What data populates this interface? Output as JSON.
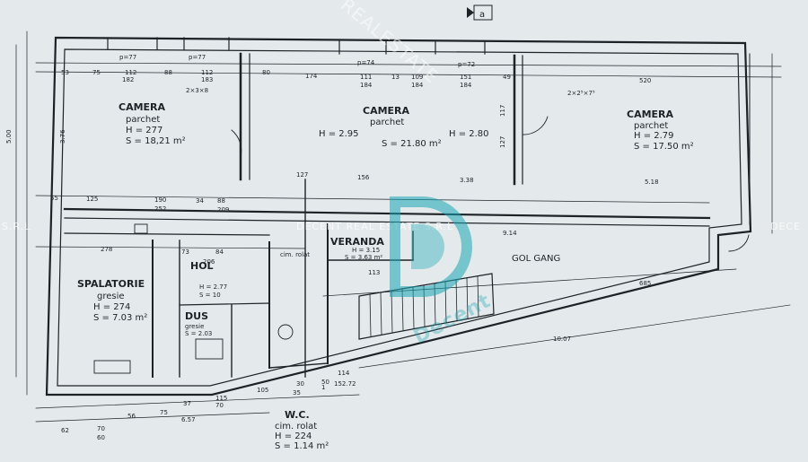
{
  "rooms": [
    {
      "name": "CAMERA",
      "floor": "parchet",
      "height": "H = 277",
      "area": "S = 18,21 m²"
    },
    {
      "name": "CAMERA",
      "floor": "parchet",
      "height": "H = 2.95",
      "area": "S = 21.80 m²",
      "height2": "H = 2.80"
    },
    {
      "name": "CAMERA",
      "floor": "parchet",
      "height": "H = 2.79",
      "area": "S = 17.50 m²"
    },
    {
      "name": "VERANDA",
      "floor": "cim. rolat",
      "height": "H = 3.15",
      "area": "S = 3.63 m²"
    },
    {
      "name": "SPALATORIE",
      "floor": "gresie",
      "height": "H = 274",
      "area": "S = 7.03 m²"
    },
    {
      "name": "HOL",
      "floor": "",
      "height": "H = 2.77",
      "area": "S = 10"
    },
    {
      "name": "DUS",
      "floor": "gresie",
      "height": "",
      "area": "S = 2.03"
    },
    {
      "name": "W.C.",
      "floor": "cim. rolat",
      "height": "H = 224",
      "area": "S = 1.14 m²"
    }
  ],
  "labels": {
    "gol_gang": "GOL GANG",
    "section_marker": "a",
    "window_note_1": "2×3×8",
    "window_note_2": "2×2⁵×7⁵"
  },
  "dimensions": {
    "top": [
      "53",
      "75",
      "112",
      "88",
      "112",
      "80",
      "174",
      "111",
      "13",
      "109",
      "151",
      "49",
      "520"
    ],
    "top_sub": [
      "182",
      "183",
      "184",
      "184",
      "184"
    ],
    "windows": [
      "p=77",
      "p=77",
      "p=74",
      "p=72"
    ],
    "middle": [
      "55",
      "125",
      "190",
      "34",
      "88",
      "252",
      "209",
      "127",
      "156",
      "3.38",
      "5.18",
      "9.14"
    ],
    "lower": [
      "278",
      "73",
      "84",
      "206",
      "113",
      "685",
      "10.07"
    ],
    "bottom": [
      "62",
      "70",
      "56",
      "37",
      "75",
      "115",
      "105",
      "50",
      "30",
      "114",
      "35",
      "1",
      "152.72",
      "6.57",
      "60",
      "70"
    ],
    "side": [
      "5.00",
      "3.76",
      "117",
      "127"
    ]
  },
  "watermark": {
    "text_a": "REALESTATE",
    "text_b": "DECENT REAL ESTATE S.R.L",
    "text_c": "S.R.L",
    "text_d": "DECE",
    "text_e": "Decent"
  },
  "colors": {
    "paper": "#e9eef0",
    "ink": "#1d2227",
    "accent": "#1aa6b5"
  }
}
